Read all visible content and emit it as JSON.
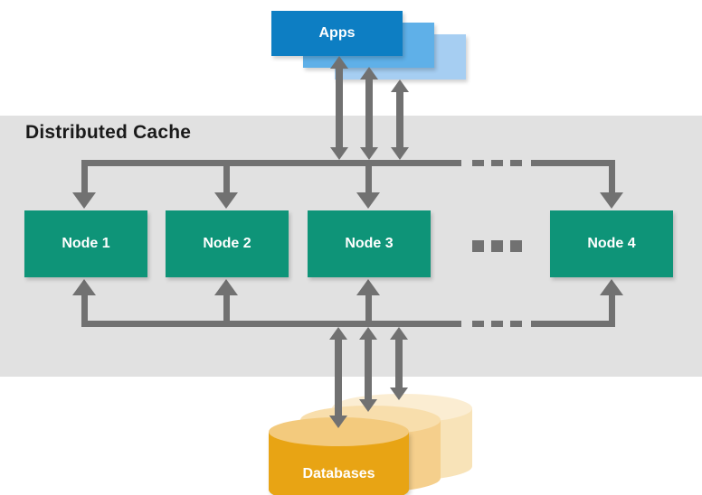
{
  "diagram": {
    "title": "Distributed Cache",
    "apps": {
      "label": "Apps",
      "stack_count": 3
    },
    "nodes": [
      {
        "label": "Node 1"
      },
      {
        "label": "Node 2"
      },
      {
        "label": "Node 3"
      },
      {
        "label": "Node 4"
      }
    ],
    "ellipsis": {
      "dot_count": 3,
      "meaning": "more nodes"
    },
    "databases": {
      "label": "Databases",
      "stack_count": 3
    }
  },
  "colors": {
    "app_front": "#0d7ec3",
    "app_mid": "#5fb0e8",
    "app_back": "#a6cef2",
    "node_green": "#0e9478",
    "band_gray": "#e1e1e1",
    "arrow_gray": "#717171",
    "db_front": "#e8a414",
    "db_front_top": "#f3ca7d",
    "db_mid": "#f5cf8c",
    "db_mid_top": "#f8deac",
    "db_back": "#f8e3b8",
    "db_back_top": "#fbedd2",
    "title_text": "#1a1a1a",
    "label_text": "#ffffff"
  }
}
